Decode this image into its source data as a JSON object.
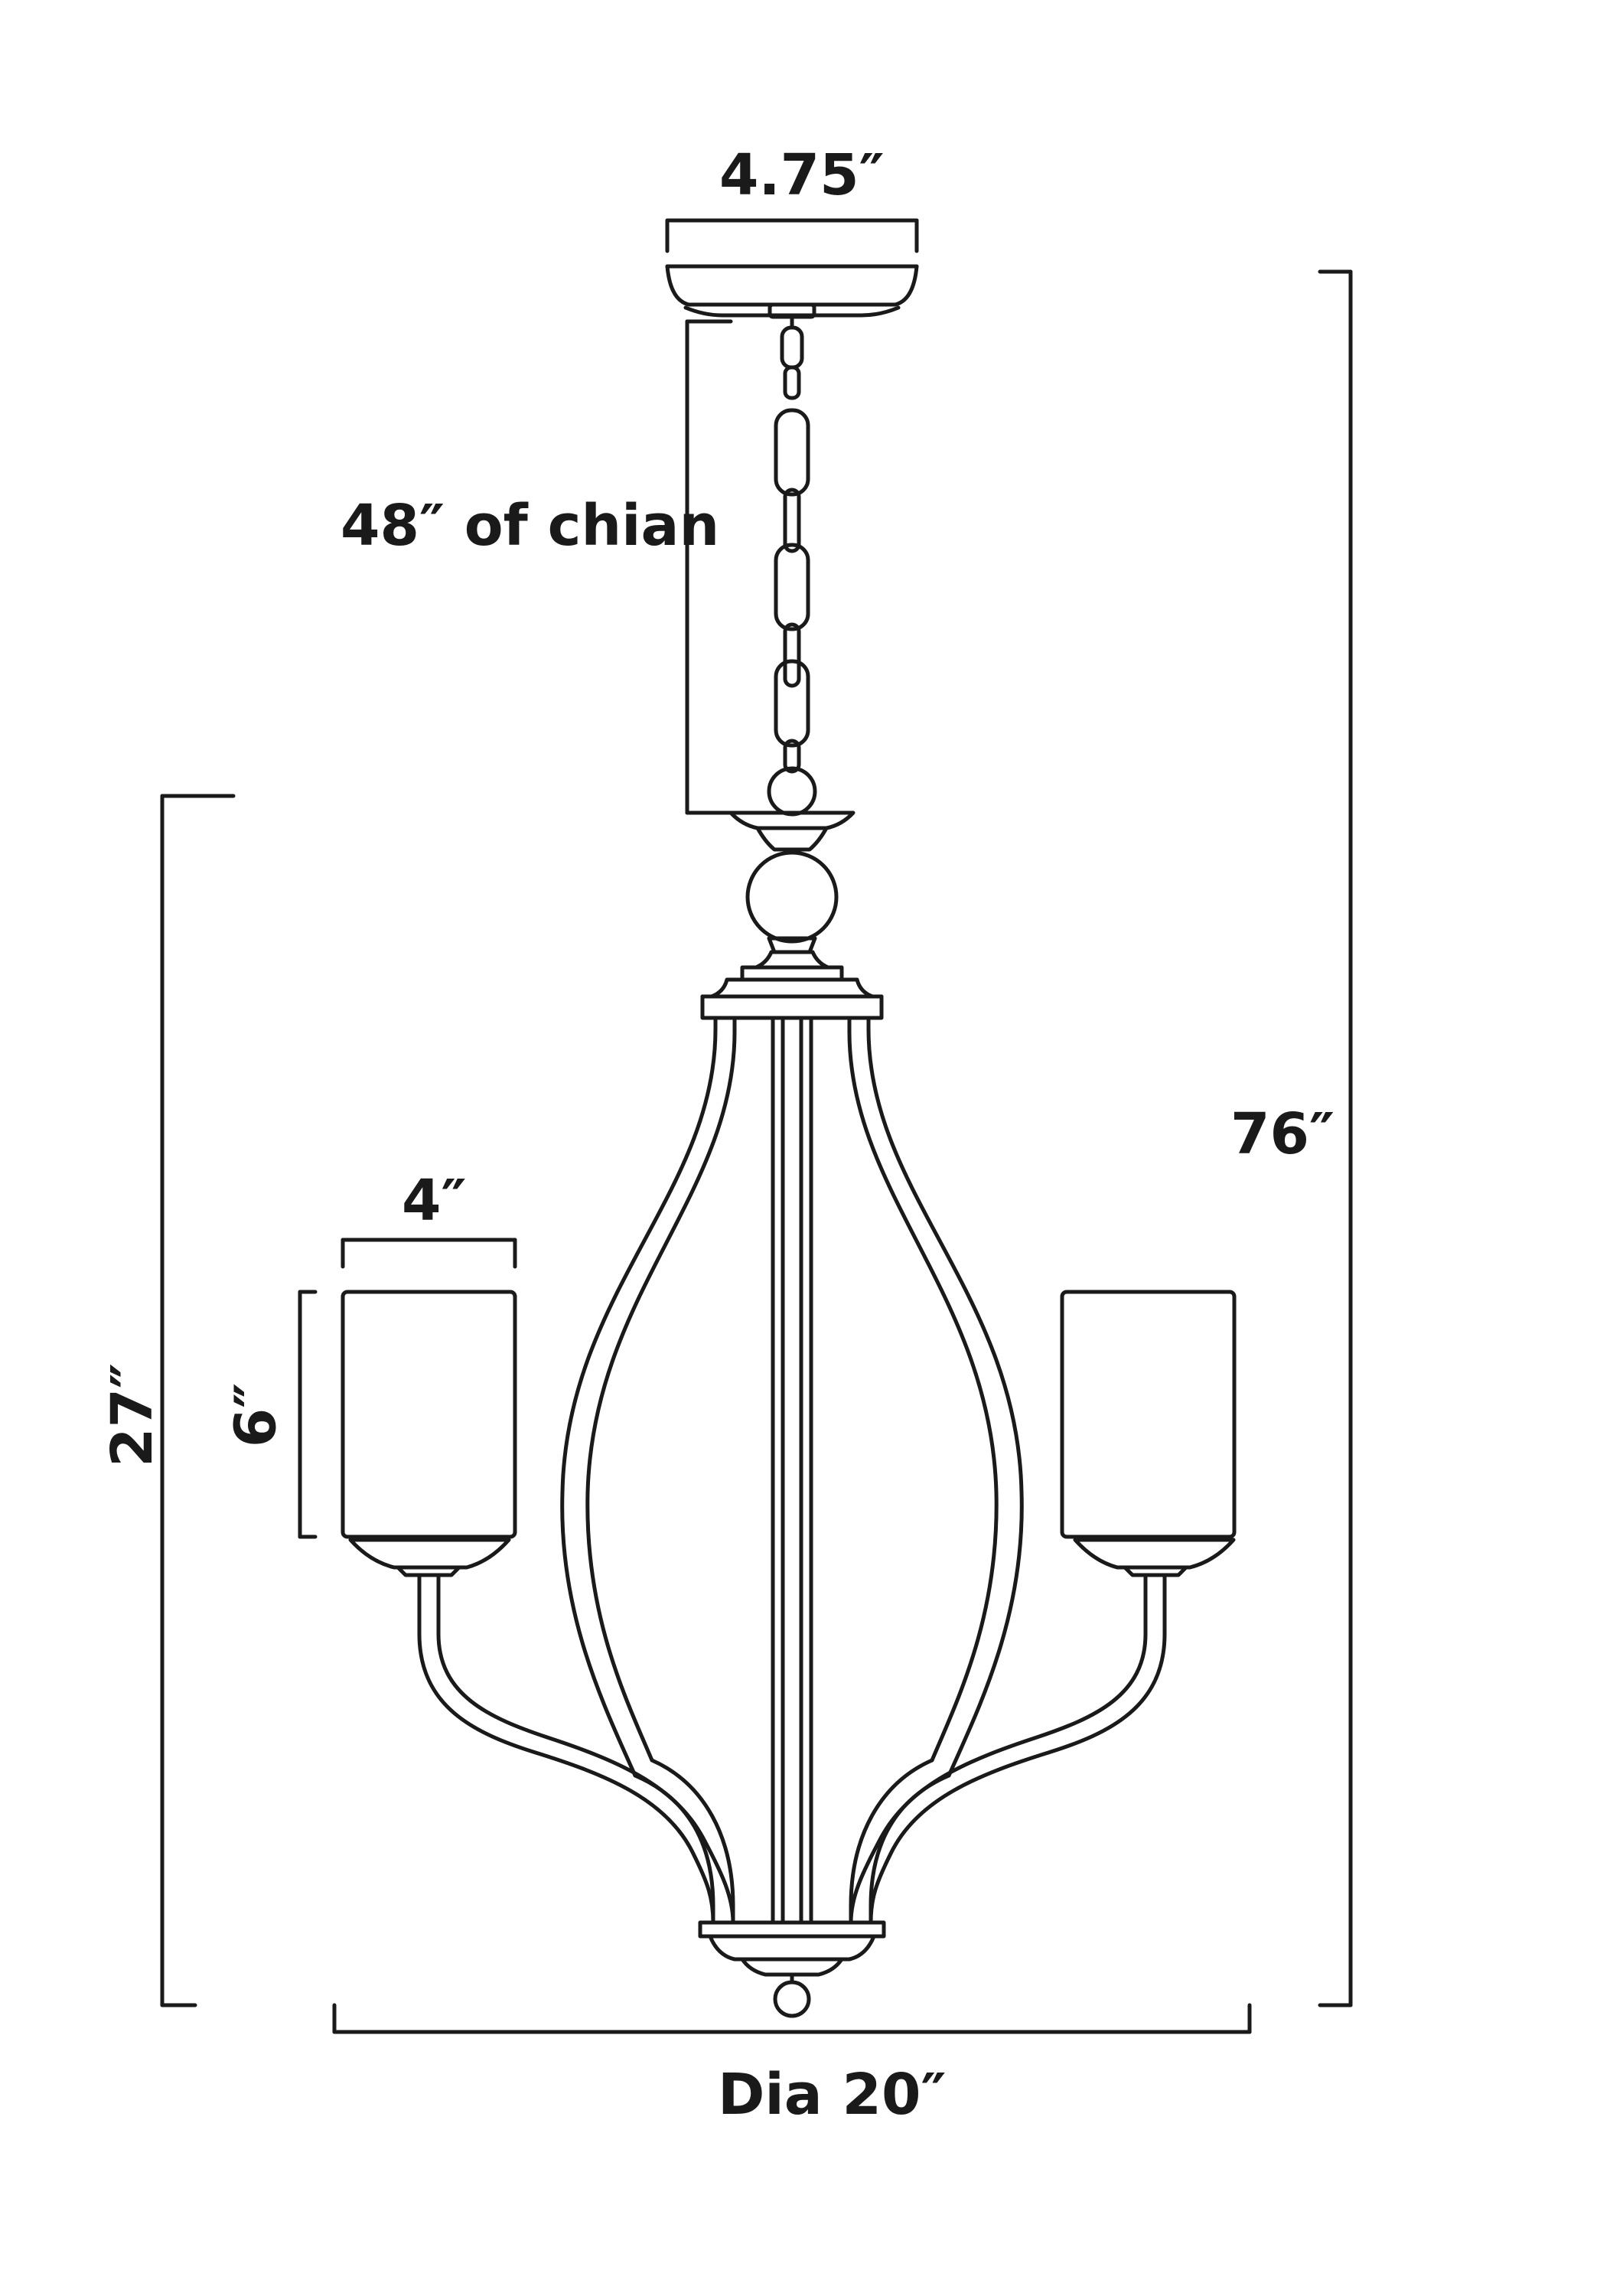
{
  "diagram": {
    "dimensions": {
      "canopy_width": "4.75″",
      "chain_length": "48″  of chian",
      "overall_height": "76″",
      "fixture_height": "27″",
      "shade_width": "4″",
      "shade_height": "6″",
      "diameter": "Dia  20″"
    },
    "colors": {
      "line": "#1a1a1a",
      "background": "#ffffff"
    }
  }
}
